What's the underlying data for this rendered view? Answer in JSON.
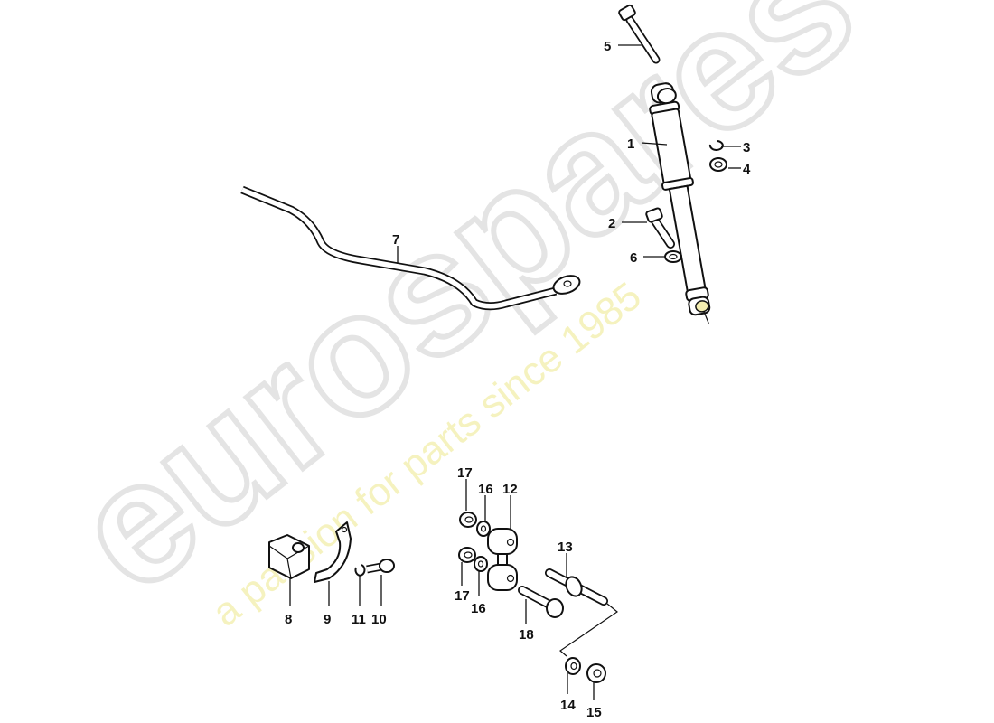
{
  "watermark": {
    "brand": "eurospares",
    "tagline": "a passion for parts since 1985"
  },
  "callouts": {
    "c1": "1",
    "c2": "2",
    "c3": "3",
    "c4": "4",
    "c5": "5",
    "c6": "6",
    "c7": "7",
    "c8": "8",
    "c9": "9",
    "c10": "10",
    "c11": "11",
    "c12": "12",
    "c13": "13",
    "c14": "14",
    "c15": "15",
    "c16a": "16",
    "c16b": "16",
    "c17a": "17",
    "c17b": "17",
    "c18": "18"
  }
}
